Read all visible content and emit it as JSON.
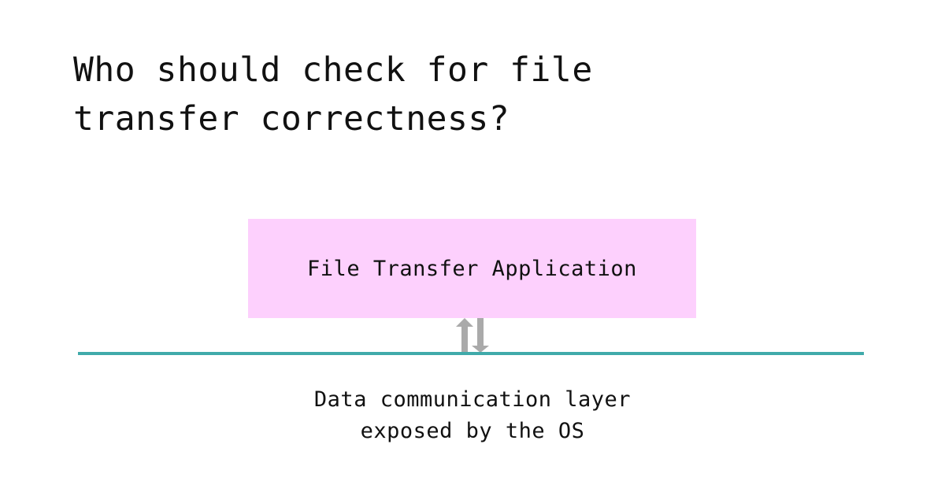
{
  "title": {
    "line1": "Who should check for file",
    "line2": "transfer correctness?"
  },
  "diagram": {
    "application_box": {
      "label": "File Transfer Application",
      "color": "#fdd0fd"
    },
    "arrows": {
      "icon": "bidirectional-up-down-arrows",
      "color": "#aaaaaa"
    },
    "communication_layer": {
      "line_color": "#40aaaa",
      "label_line1": "Data communication layer",
      "label_line2": "exposed by the OS"
    }
  }
}
